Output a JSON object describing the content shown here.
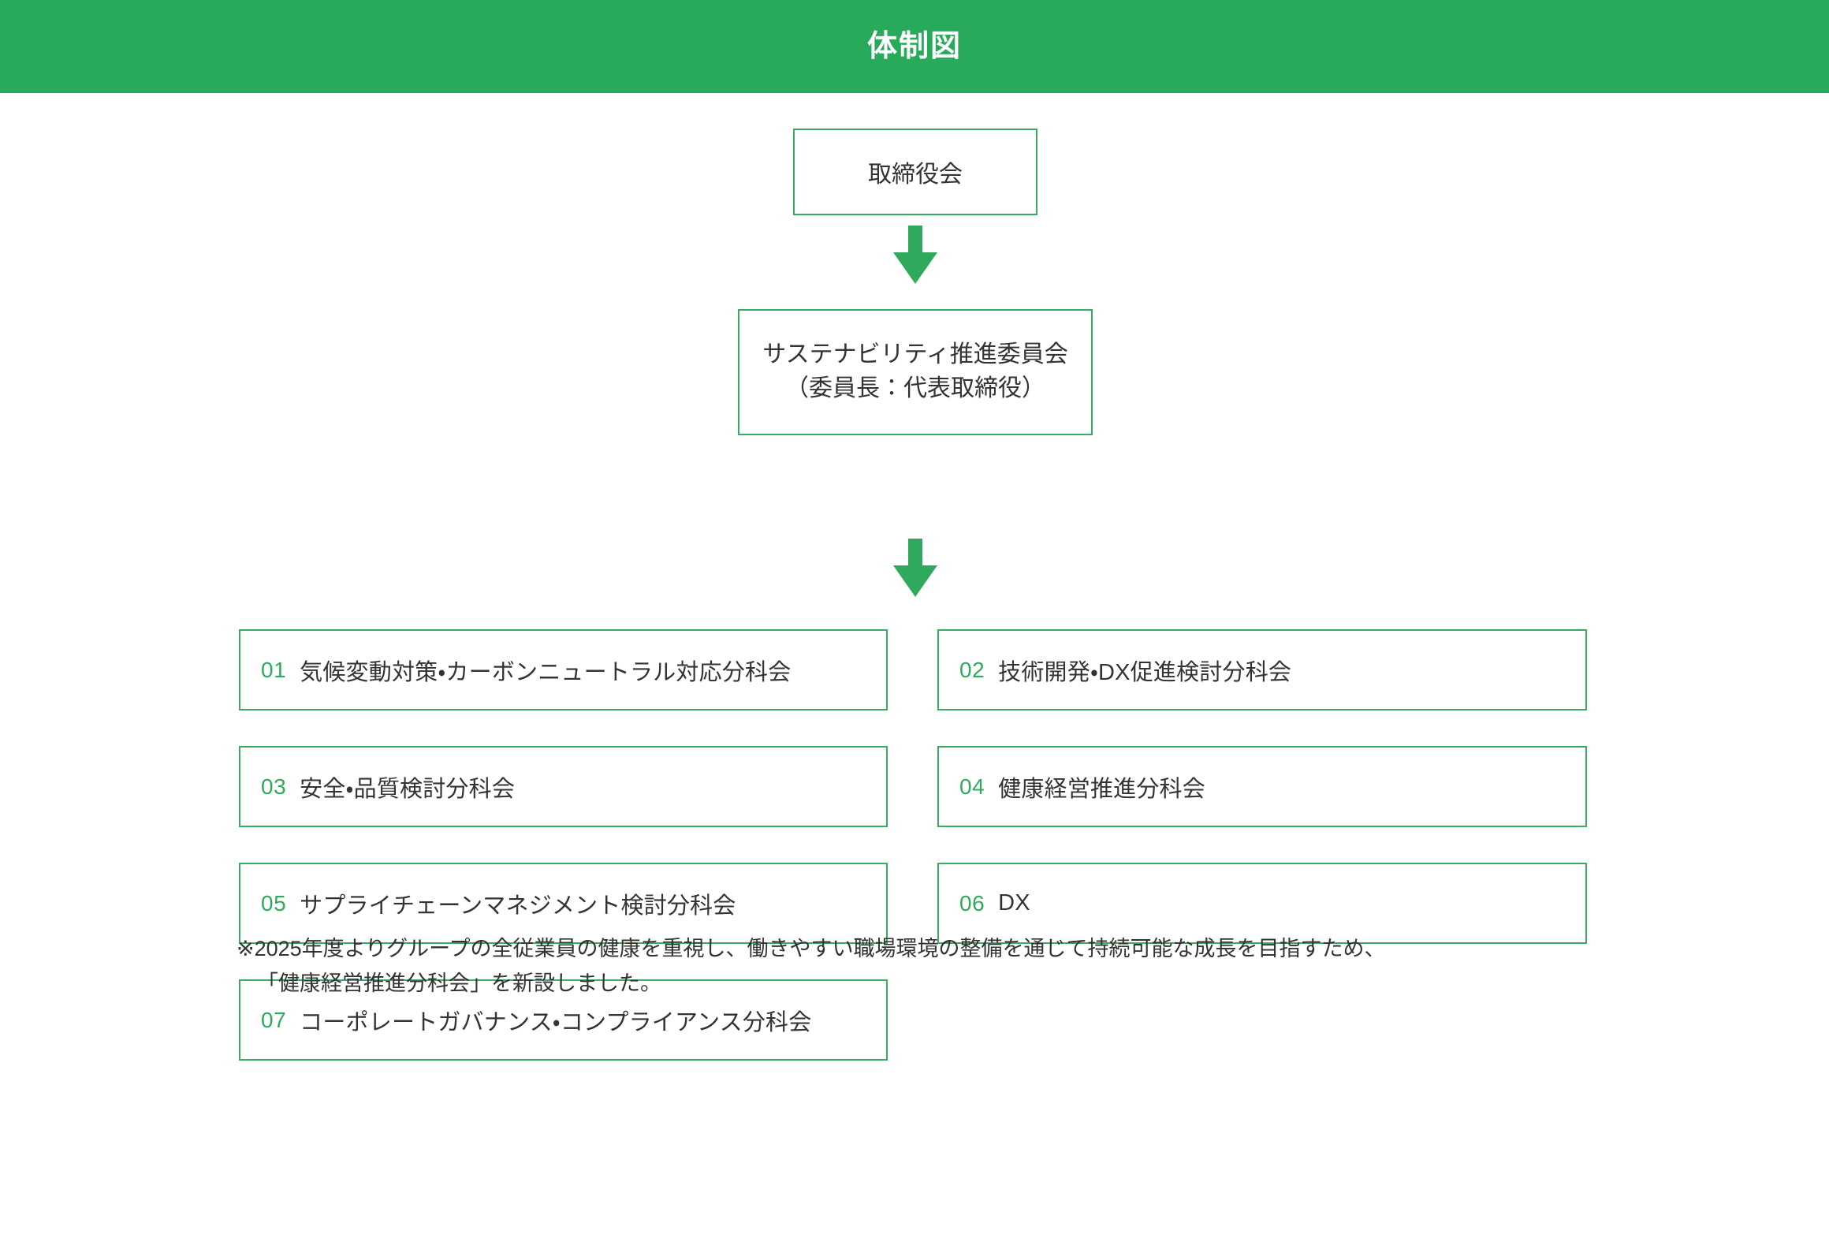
{
  "header": {
    "title": "体制図"
  },
  "diagram": {
    "board": {
      "label": "取締役会"
    },
    "committee": {
      "line1": "サステナビリティ推進委員会",
      "line2": "（委員長：代表取締役）"
    },
    "arrows": [
      {
        "name": "arrow-board-to-committee",
        "direction": "down",
        "color": "#2faa5d"
      },
      {
        "name": "arrow-committee-to-subcommittees",
        "direction": "down",
        "color": "#2faa5d"
      }
    ],
    "subcommittees": [
      {
        "number": "01",
        "label": "気候変動対策・カーボンニュートラル対応分科会"
      },
      {
        "number": "02",
        "label": "技術開発・DX促進検討分科会"
      },
      {
        "number": "03",
        "label": "安全・品質検討分科会"
      },
      {
        "number": "04",
        "label": "健康経営推進分科会"
      },
      {
        "number": "05",
        "label": "サプライチェーンマネジメント検討分科会"
      },
      {
        "number": "06",
        "label": "DX"
      },
      {
        "number": "07",
        "label": "コーポレートガバナンス・コンプライアンス分科会"
      }
    ]
  },
  "footnote": {
    "line1": "※2025年度よりグループの全従業員の健康を重視し、働きやすい職場環境の整備を通じて持続可能な成長を目指すため、",
    "line2": "「健康経営推進分科会」を新設しました。"
  },
  "colors": {
    "brand_green": "#27ab5b",
    "border_green": "#3aab63",
    "number_green": "#2faa5d",
    "text_dark": "#333333",
    "background": "#ffffff"
  }
}
